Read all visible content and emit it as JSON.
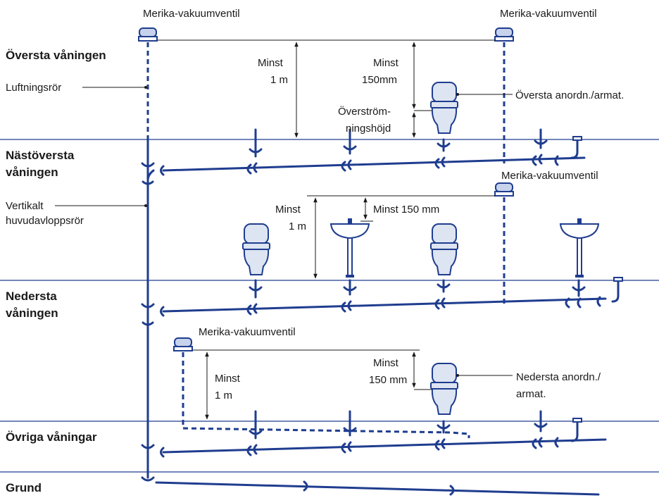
{
  "floors": {
    "top": "Översta våningen",
    "second_line1": "Nästöversta",
    "second_line2": "våningen",
    "bottom_line1": "Nedersta",
    "bottom_line2": "våningen",
    "others": "Övriga våningar",
    "ground": "Grund"
  },
  "labels": {
    "valve_top_left": "Merika-vakuumventil",
    "valve_top_right": "Merika-vakuumventil",
    "valve_mid": "Merika-vakuumventil",
    "valve_lower": "Merika-vakuumventil",
    "vent_pipe": "Luftningsrör",
    "stack_line1": "Vertikalt",
    "stack_line2": "huvudavloppsrör",
    "top_min_line1": "Minst",
    "top_min_line2": "1 m",
    "top_min150_line1": "Minst",
    "top_min150_line2": "150mm",
    "overflow_line1": "Överström-",
    "overflow_line2": "ningshöjd",
    "top_fixture": "Översta anordn./armat.",
    "mid_min_line1": "Minst",
    "mid_min_line2": "1 m",
    "mid_min150": "Minst 150 mm",
    "low_min_line1": "Minst",
    "low_min_line2": "1 m",
    "low_min150_line1": "Minst",
    "low_min150_line2": "150 mm",
    "low_fixture_line1": "Nedersta anordn./",
    "low_fixture_line2": "armat."
  },
  "colors": {
    "pipe": "#1f3d8f",
    "fixture_fill": "#dde4f2",
    "text": "#1a1a1a"
  }
}
